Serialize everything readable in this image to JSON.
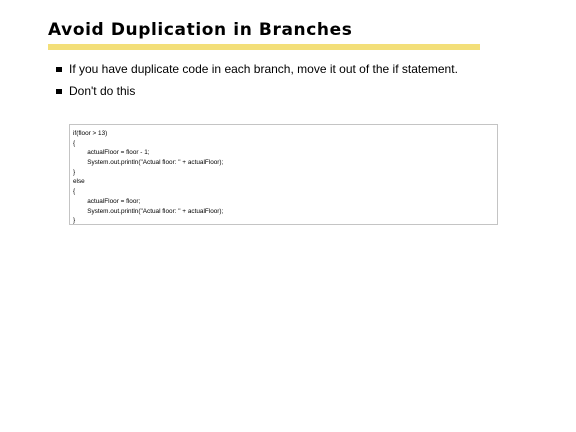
{
  "slide": {
    "title": "Avoid Duplication in Branches",
    "accent_color": "#f3df79",
    "bullets": [
      "If you have duplicate code in each branch, move it out of the if statement.",
      "Don't do this"
    ],
    "code_lines": [
      "if(floor > 13)",
      "{",
      "        actualFloor = floor - 1;",
      "        System.out.println(\"Actual floor: \" + actualFloor);",
      "}",
      "else",
      "{",
      "        actualFloor = floor;",
      "        System.out.println(\"Actual floor: \" + actualFloor);",
      "}"
    ]
  }
}
